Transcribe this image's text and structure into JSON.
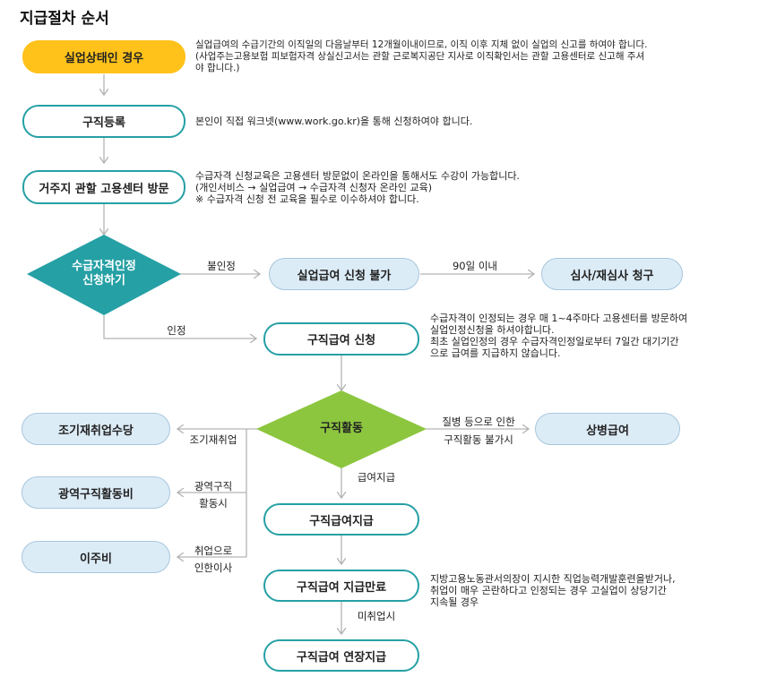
{
  "title": "지급절차 순서",
  "nodes": {
    "unemployed": "실업상태인 경우",
    "job_register": "구직등록",
    "center_visit": "거주지 관할 고용센터 방문",
    "apply_qual": "수급자격인정\n신청하기",
    "not_allowed": "실업급여 신청 불가",
    "review": "심사/재심사 청구",
    "apply_benefit": "구직급여 신청",
    "job_search": "구직활동",
    "sick_benefit": "상병급여",
    "early_reemploy": "조기재취업수당",
    "wide_area": "광역구직활동비",
    "relocation": "이주비",
    "payment": "구직급여지급",
    "payment_end": "구직급여 지급만료",
    "extended": "구직급여 연장지급"
  },
  "notes": {
    "unemployed": "실업급여의 수급기간의 이직일의 다음날부터 12개월이내이므로, 이직 이후 지체 없이 실업의 신고를 하여야 합니다.\n(사업주는고용보험 피보험자격 상실신고서는 관할 근로복지공단 지사로 이직확인서는 관할 고용센터로 신고해 주셔\n야 합니다.)",
    "job_register": "본인이 직접 워크넷(www.work.go.kr)을 통해 신청하여야 합니다.",
    "center_visit": "수급자격 신청교육은 고용센터 방문없이 온라인을 통해서도 수강이 가능합니다.\n(개인서비스 → 실업급여 → 수급자격 신청자 온라인 교육)\n※ 수급자격 신청 전 교육을 필수로 이수하셔야 합니다.",
    "apply_benefit": "수급자격이 인정되는 경우 매 1~4주마다 고용센터를 방문하여\n실업인정신청을 하셔야합니다.\n최초 실업인정의 경우 수급자격인정일로부터 7일간 대기기간\n으로 급여를 지급하지 않습니다.",
    "payment_end": "지방고용노동관서의장이 지시한 직업능력개발훈련을받거나,\n취업이 매우 곤란하다고 인정되는 경우 고실업이 상당기간\n지속될 경우"
  },
  "labels": {
    "disapproved": "불인정",
    "within_90": "90일 이내",
    "approved": "인정",
    "sick": "질병 등으로 인한\n구직활동 불가시",
    "early": "조기재취업",
    "wide": "광역구직\n활동시",
    "reloc": "취업으로\n인한이사",
    "pay": "급여지급",
    "unemployed_yet": "미취업시"
  },
  "colors": {
    "yellow": "#ffc21a",
    "teal": "#25a0a5",
    "blue_fill": "#dcecf7",
    "blue_border": "#a7c6dc",
    "green": "#8cc63f",
    "arrow": "#b3b3b3"
  }
}
